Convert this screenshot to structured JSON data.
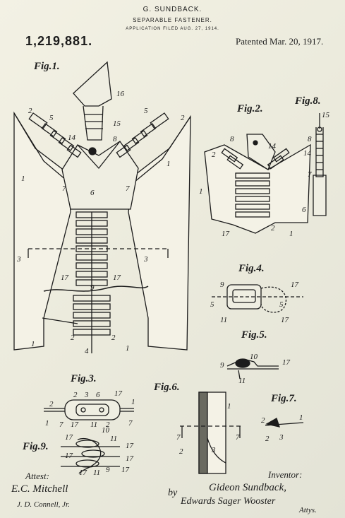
{
  "header": {
    "inventor_name": "G. SUNDBACK.",
    "title": "SEPARABLE FASTENER.",
    "application": "APPLICATION FILED AUG. 27, 1914.",
    "patent_number": "1,219,881.",
    "patented": "Patented Mar. 20, 1917."
  },
  "figures": {
    "fig1": "Fig.1.",
    "fig2": "Fig.2.",
    "fig3": "Fig.3.",
    "fig4": "Fig.4.",
    "fig5": "Fig.5.",
    "fig6": "Fig.6.",
    "fig7": "Fig.7.",
    "fig8": "Fig.8.",
    "fig9": "Fig.9."
  },
  "footer": {
    "attest": "Attest:",
    "witness1": "E.C. Mitchell",
    "witness2": "J. D. Connell, Jr.",
    "inventor_label": "Inventor:",
    "inventor_signature": "Gideon Sundback,",
    "by": "by",
    "attorneys": "Edwards Sager Wooster",
    "attys": "Attys."
  }
}
